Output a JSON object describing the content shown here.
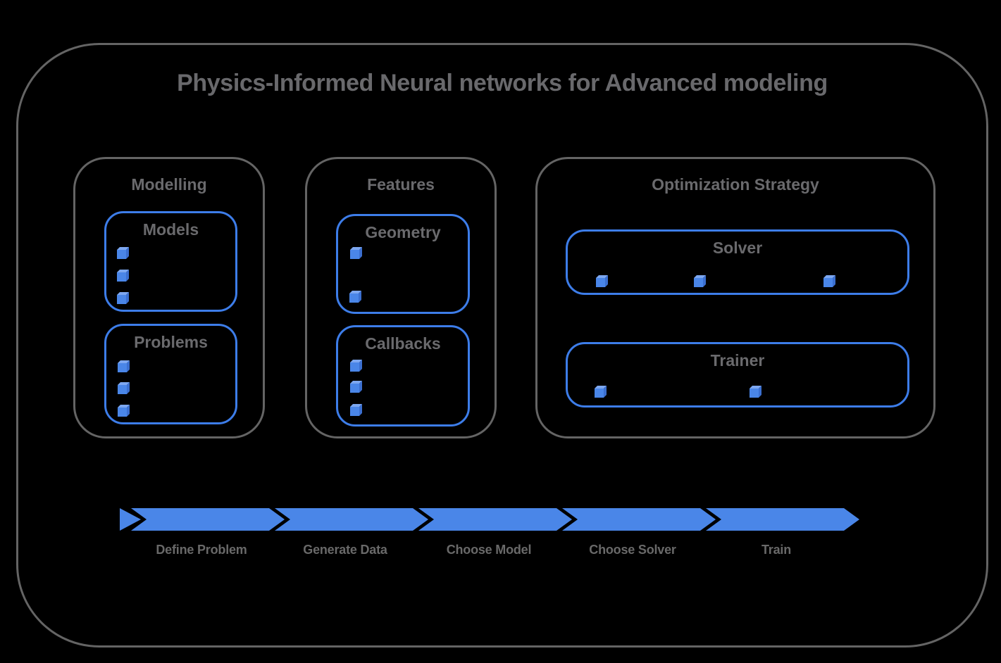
{
  "title": "Physics-Informed Neural networks for Advanced modeling",
  "colors": {
    "accent_blue": "#4a86e8",
    "box_border_blue": "#3d7de9",
    "cube_top_blue": "#7da7f0",
    "cube_side_blue": "#3b6fd0",
    "frame_gray": "#646464",
    "text_gray": "#6a6a6d"
  },
  "sections": {
    "modelling": {
      "label": "Modelling",
      "items": [
        {
          "label": "Models",
          "bullets": 3
        },
        {
          "label": "Problems",
          "bullets": 3
        }
      ]
    },
    "features": {
      "label": "Features",
      "items": [
        {
          "label": "Geometry",
          "bullets": 2
        },
        {
          "label": "Callbacks",
          "bullets": 3
        }
      ]
    },
    "optimization": {
      "label": "Optimization Strategy",
      "items": [
        {
          "label": "Solver",
          "bullets": 3
        },
        {
          "label": "Trainer",
          "bullets": 2
        }
      ]
    }
  },
  "flow": {
    "steps": [
      "Define Problem",
      "Generate Data",
      "Choose Model",
      "Choose Solver",
      "Train"
    ]
  }
}
